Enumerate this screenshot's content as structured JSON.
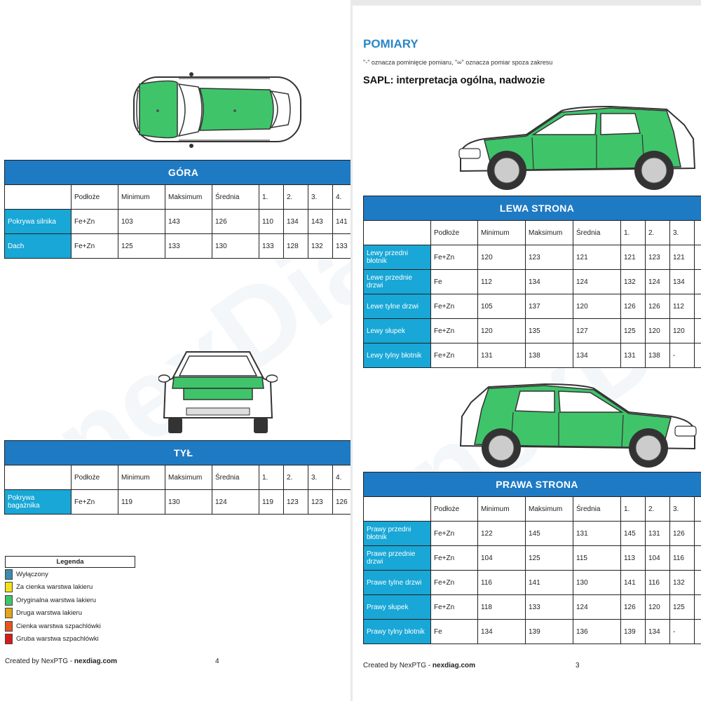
{
  "left_page": {
    "top_table": {
      "title": "GÓRA",
      "headers": [
        "Podłoże",
        "Minimum",
        "Maksimum",
        "Średnia",
        "1.",
        "2.",
        "3.",
        "4."
      ],
      "rows": [
        {
          "name": "Pokrywa silnika",
          "cells": [
            "Fe+Zn",
            "103",
            "143",
            "126",
            "110",
            "134",
            "143",
            "141"
          ]
        },
        {
          "name": "Dach",
          "cells": [
            "Fe+Zn",
            "125",
            "133",
            "130",
            "133",
            "128",
            "132",
            "133"
          ]
        }
      ]
    },
    "rear_table": {
      "title": "TYŁ",
      "headers": [
        "Podłoże",
        "Minimum",
        "Maksimum",
        "Średnia",
        "1.",
        "2.",
        "3.",
        "4."
      ],
      "rows": [
        {
          "name": "Pokrywa bagażnika",
          "cells": [
            "Fe+Zn",
            "119",
            "130",
            "124",
            "119",
            "123",
            "123",
            "126"
          ]
        }
      ]
    },
    "legend": {
      "title": "Legenda",
      "items": [
        {
          "label": "Wyłączony",
          "color": "#3d8ab0"
        },
        {
          "label": "Za cienka warstwa lakieru",
          "color": "#f2e21a"
        },
        {
          "label": "Oryginalna warstwa lakieru",
          "color": "#3fc46a"
        },
        {
          "label": "Druga warstwa lakieru",
          "color": "#e2a51a"
        },
        {
          "label": "Cienka warstwa szpachlówki",
          "color": "#e8541c"
        },
        {
          "label": "Gruba warstwa szpachlówki",
          "color": "#d51c1c"
        }
      ]
    },
    "footer_prefix": "Created by NexPTG - ",
    "footer_link": "nexdiag.com",
    "page_number": "4"
  },
  "right_page": {
    "title": "POMIARY",
    "note": "\"-\" oznacza pominięcie pomiaru, \"∞\" oznacza pomiar spoza zakresu",
    "subtitle": "SAPL: interpretacja ogólna, nadwozie",
    "left_table": {
      "title": "LEWA STRONA",
      "headers": [
        "Podłoże",
        "Minimum",
        "Maksimum",
        "Średnia",
        "1.",
        "2.",
        "3."
      ],
      "rows": [
        {
          "name": "Lewy przedni błotnik",
          "cells": [
            "Fe+Zn",
            "120",
            "123",
            "121",
            "121",
            "123",
            "121"
          ]
        },
        {
          "name": "Lewe przednie drzwi",
          "cells": [
            "Fe",
            "112",
            "134",
            "124",
            "132",
            "124",
            "134"
          ]
        },
        {
          "name": "Lewe tylne drzwi",
          "cells": [
            "Fe+Zn",
            "105",
            "137",
            "120",
            "126",
            "126",
            "112"
          ]
        },
        {
          "name": "Lewy słupek",
          "cells": [
            "Fe+Zn",
            "120",
            "135",
            "127",
            "125",
            "120",
            "120"
          ]
        },
        {
          "name": "Lewy tylny błotnik",
          "cells": [
            "Fe+Zn",
            "131",
            "138",
            "134",
            "131",
            "138",
            "-"
          ]
        }
      ]
    },
    "right_table": {
      "title": "PRAWA STRONA",
      "headers": [
        "Podłoże",
        "Minimum",
        "Maksimum",
        "Średnia",
        "1.",
        "2.",
        "3."
      ],
      "rows": [
        {
          "name": "Prawy przedni błotnik",
          "cells": [
            "Fe+Zn",
            "122",
            "145",
            "131",
            "145",
            "131",
            "126"
          ]
        },
        {
          "name": "Prawe przednie drzwi",
          "cells": [
            "Fe+Zn",
            "104",
            "125",
            "115",
            "113",
            "104",
            "116"
          ]
        },
        {
          "name": "Prawe tylne drzwi",
          "cells": [
            "Fe+Zn",
            "116",
            "141",
            "130",
            "141",
            "116",
            "132"
          ]
        },
        {
          "name": "Prawy słupek",
          "cells": [
            "Fe+Zn",
            "118",
            "133",
            "124",
            "126",
            "120",
            "125"
          ]
        },
        {
          "name": "Prawy tylny błotnik",
          "cells": [
            "Fe",
            "134",
            "139",
            "136",
            "139",
            "134",
            "-"
          ]
        }
      ]
    },
    "footer_prefix": "Created by NexPTG - ",
    "footer_link": "nexdiag.com",
    "page_number": "3"
  },
  "watermark": "nexDiag",
  "colors": {
    "header_blue": "#1f7ac4",
    "row_cyan": "#18a7d6",
    "panel_green": "#3fc46a"
  }
}
